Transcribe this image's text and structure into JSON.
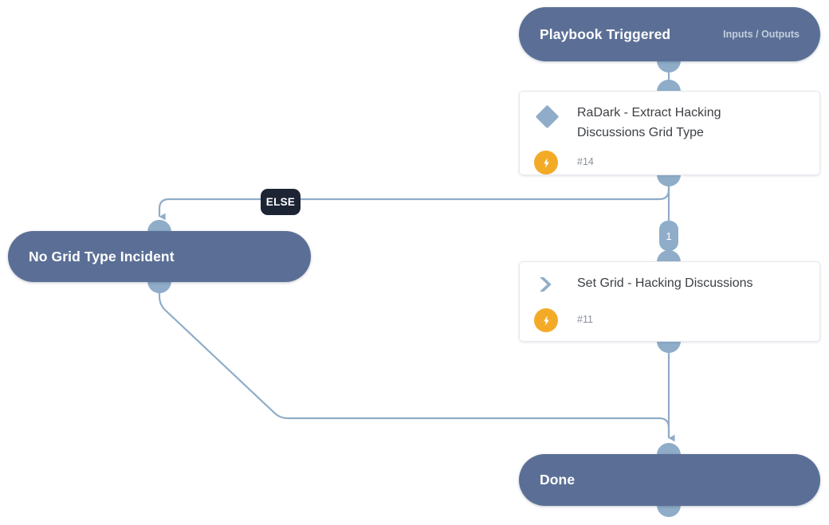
{
  "canvas": {
    "background_color": "#ffffff",
    "accent_node_color": "#5b6f96",
    "connector_color": "#8fadc9",
    "else_tag_color": "#1d2434",
    "bolt_badge_color": "#f3ab27"
  },
  "nodes": {
    "start": {
      "title": "Playbook Triggered",
      "meta": "Inputs / Outputs"
    },
    "extract_grid_type": {
      "title": "RaDark - Extract Hacking Discussions Grid Type",
      "id_label": "#14",
      "icon": "diamond-condition-icon",
      "badge_icon": "lightning-bolt-icon"
    },
    "set_grid": {
      "title": "Set Grid - Hacking Discussions",
      "id_label": "#11",
      "icon": "chevron-right-icon",
      "badge_icon": "lightning-bolt-icon"
    },
    "no_grid_type": {
      "title": "No Grid Type Incident"
    },
    "done": {
      "title": "Done"
    }
  },
  "edges": {
    "else_label": "ELSE",
    "branch_badge": "1"
  }
}
